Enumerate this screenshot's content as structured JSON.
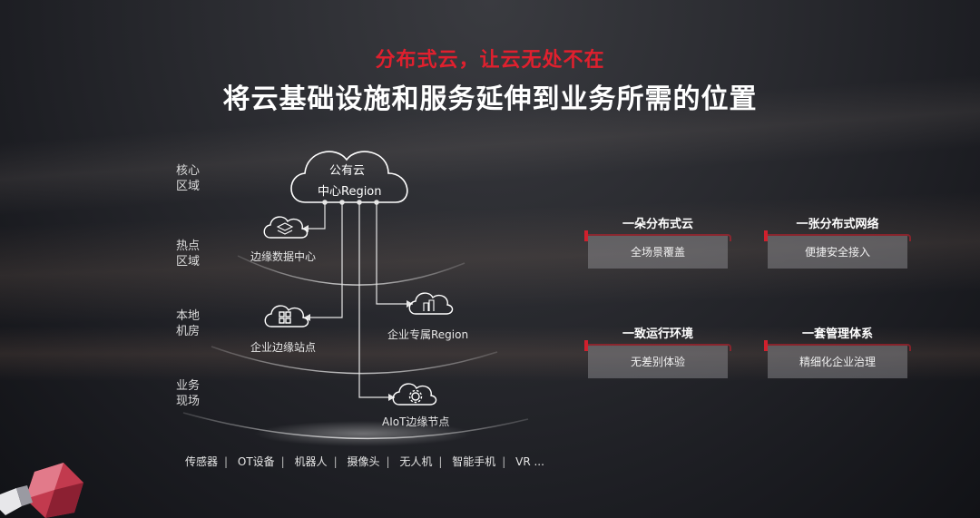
{
  "slogan": "分布式云，让云无处不在",
  "title": "将云基础设施和服务延伸到业务所需的位置",
  "zones": [
    "核心区域",
    "热点区域",
    "本地机房",
    "业务现场"
  ],
  "zone_lines": [
    [
      "核心",
      "区域"
    ],
    [
      "热点",
      "区域"
    ],
    [
      "本地",
      "机房"
    ],
    [
      "业务",
      "现场"
    ]
  ],
  "cloud": {
    "line1": "公有云",
    "line2": "中心Region"
  },
  "nodes": {
    "edge_dc": "边缘数据中心",
    "enterprise_edge": "企业边缘站点",
    "dedicated_region": "企业专属Region",
    "aiot": "AIoT边缘节点"
  },
  "devices": [
    "传感器",
    "OT设备",
    "机器人",
    "摄像头",
    "无人机",
    "智能手机",
    "VR ..."
  ],
  "features": [
    {
      "title": "一朵分布式云",
      "desc": "全场景覆盖"
    },
    {
      "title": "一张分布式网络",
      "desc": "便捷安全接入"
    },
    {
      "title": "一致运行环境",
      "desc": "无差别体验"
    },
    {
      "title": "一套管理体系",
      "desc": "精细化企业治理"
    }
  ],
  "colors": {
    "accent": "#e0202e",
    "card": "#8f8f94",
    "background": "#222328"
  },
  "icons": [
    "cloud-icon",
    "layers-icon",
    "grid-icon",
    "building-icon",
    "gear-icon"
  ]
}
